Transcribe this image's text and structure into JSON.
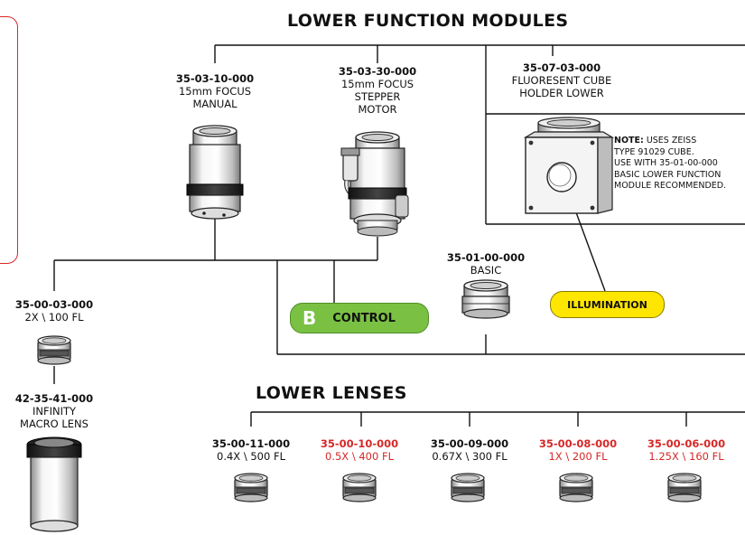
{
  "headings": {
    "upper": "LOWER FUNCTION MODULES",
    "lower": "LOWER LENSES"
  },
  "modules": [
    {
      "code": "35-03-10-000",
      "l1": "15mm FOCUS",
      "l2": "MANUAL",
      "l3": ""
    },
    {
      "code": "35-03-30-000",
      "l1": "15mm FOCUS",
      "l2": "STEPPER",
      "l3": "MOTOR"
    },
    {
      "code": "35-07-03-000",
      "l1": "FLUORESENT CUBE",
      "l2": "HOLDER LOWER",
      "l3": ""
    },
    {
      "code": "35-01-00-000",
      "l1": "BASIC",
      "l2": "",
      "l3": ""
    }
  ],
  "note": {
    "bold": "NOTE:",
    "l1": " USES ZEISS",
    "l2": "TYPE 91029 CUBE.",
    "l3": "USE WITH 35-01-00-000",
    "l4": "BASIC LOWER FUNCTION",
    "l5": "MODULE RECOMMENDED."
  },
  "badges": {
    "control_letter": "B",
    "control_label": "CONTROL",
    "illumination_label": "ILLUMINATION",
    "colors": {
      "control": "#7ac143",
      "illumination": "#ffe600",
      "red": "#d62828"
    }
  },
  "left_column": [
    {
      "code": "35-00-03-000",
      "l1": "2X \\ 100 FL",
      "l2": ""
    },
    {
      "code": "42-35-41-000",
      "l1": "INFINITY",
      "l2": "MACRO LENS"
    }
  ],
  "lenses": [
    {
      "code": "35-00-11-000",
      "spec": "0.4X \\ 500 FL",
      "red": false
    },
    {
      "code": "35-00-10-000",
      "spec": "0.5X \\ 400 FL",
      "red": true
    },
    {
      "code": "35-00-09-000",
      "spec": "0.67X \\ 300 FL",
      "red": false
    },
    {
      "code": "35-00-08-000",
      "spec": "1X \\ 200 FL",
      "red": true
    },
    {
      "code": "35-00-06-000",
      "spec": "1.25X \\ 160 FL",
      "red": true
    }
  ]
}
